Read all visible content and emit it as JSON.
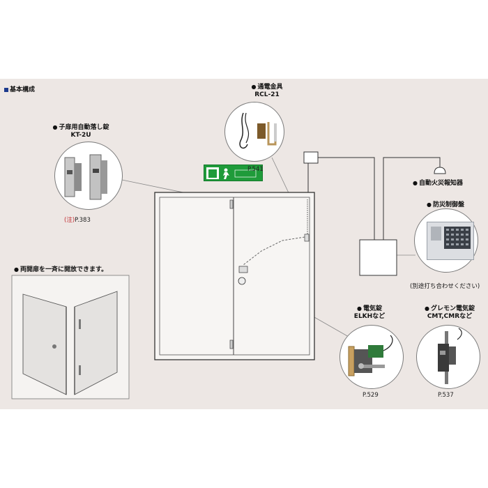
{
  "section_title": "基本構成",
  "door_open_note": "両開扉を一斉に開放できます。",
  "components": {
    "power_transfer": {
      "name": "通電金具",
      "model": "RCL-21",
      "page": "P.541"
    },
    "auto_flush_bolt": {
      "name": "子扉用自動落し錠",
      "model": "KT-2U",
      "note_mark": "(注)",
      "page": "P.383"
    },
    "fire_detector": {
      "name": "自動火災報知器"
    },
    "disaster_panel": {
      "name": "防災制御盤",
      "note": "(別途打ち合わせください)"
    },
    "electric_lock": {
      "name": "電気錠",
      "model": "ELKHなど",
      "page": "P.529"
    },
    "gremon_lock": {
      "name": "グレモン電気錠",
      "model": "CMT,CMRなど",
      "page": "P.537"
    }
  },
  "colors": {
    "panel_background": "#ede7e4",
    "title_marker": "#1c3a8c",
    "exit_sign": "#1f9b3a",
    "note_red": "#c0282d"
  }
}
